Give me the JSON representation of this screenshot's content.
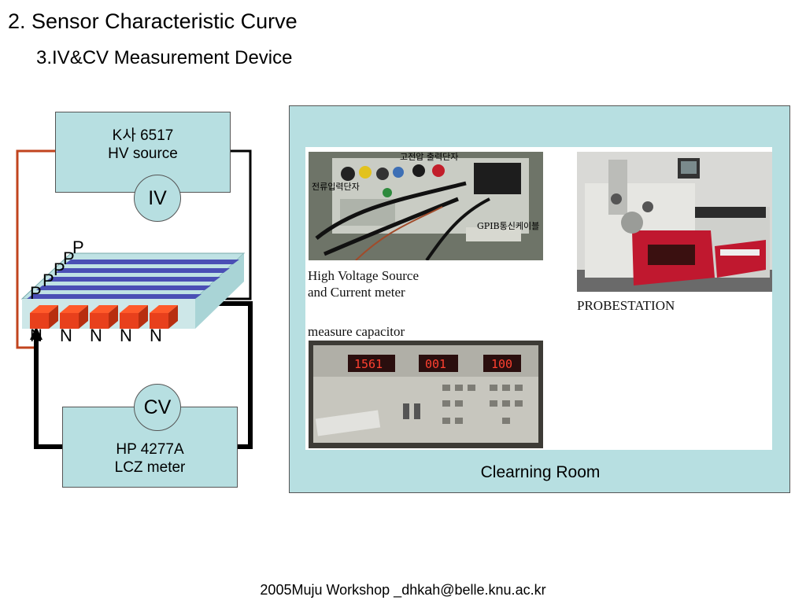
{
  "slide": {
    "title": "2. Sensor Characteristic Curve",
    "subtitle": "3.IV&CV Measurement Device",
    "footer": "2005Muju Workshop _dhkah@belle.knu.ac.kr"
  },
  "diagram": {
    "hv_box": {
      "line1": "K사 6517",
      "line2": "HV source"
    },
    "iv_label": "IV",
    "cv_label": "CV",
    "lcz_box": {
      "line1": "HP 4277A",
      "line2": "LCZ meter"
    },
    "p_labels": [
      "P",
      "P",
      "P",
      "P",
      "P"
    ],
    "n_labels": [
      "N",
      "N",
      "N",
      "N",
      "N"
    ],
    "colors": {
      "box_fill": "#b7dfe1",
      "strip_blue": "#4a4fb5",
      "strip_red": "#e8401c",
      "wire_red": "#c1441e",
      "wire_black": "#000000"
    }
  },
  "photo_panel": {
    "hv_source_caption": [
      "High Voltage Source",
      "and Current meter"
    ],
    "hv_photo_labels": {
      "top": "고전압 출력단자",
      "left": "전류입력단자",
      "right": "GPIB통신케이블"
    },
    "capacitor_caption": "measure capacitor",
    "display_values": [
      "1561",
      "001",
      "100"
    ],
    "probestation_caption": "PROBESTATION",
    "room_caption": "Clearning Room"
  }
}
